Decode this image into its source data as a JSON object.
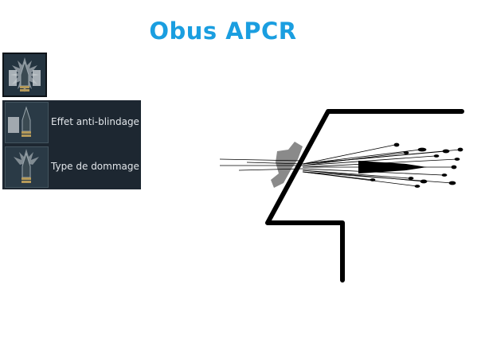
{
  "title": "Obus APCR",
  "icons": {
    "main": "apcr-shell-icon"
  },
  "menu": {
    "items": [
      {
        "label": "Effet anti-blindage",
        "icon": "armor-penetration-icon"
      },
      {
        "label": "Type de dommage",
        "icon": "damage-type-icon"
      }
    ]
  },
  "colors": {
    "title": "#1a9ee0",
    "panel": "#1d2731",
    "panel_text": "#e2e6ea"
  }
}
